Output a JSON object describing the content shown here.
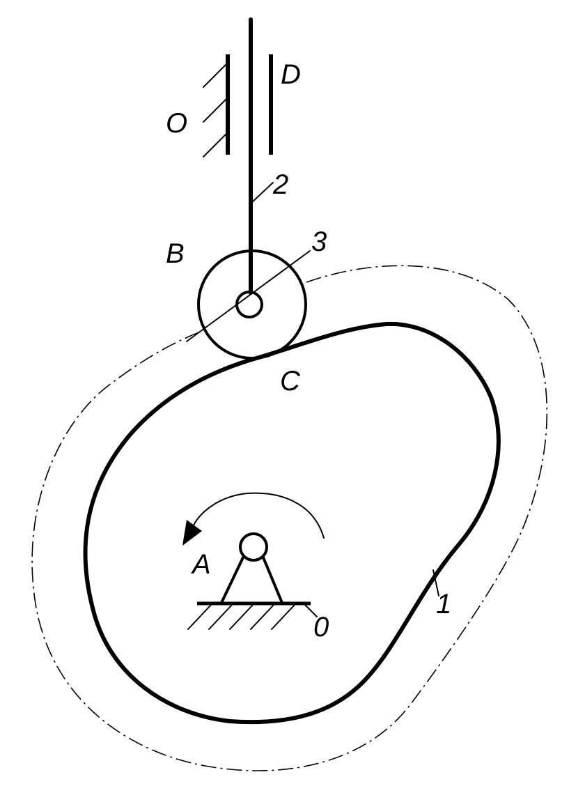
{
  "labels": {
    "frame_top": "O",
    "guide": "D",
    "follower_rod": "2",
    "roller_center": "B",
    "roller": "3",
    "contact": "C",
    "cam_pivot": "A",
    "ground": "0",
    "cam": "1"
  },
  "colors": {
    "ink": "#000000",
    "background": "#ffffff"
  },
  "rotation_direction": "counterclockwise"
}
